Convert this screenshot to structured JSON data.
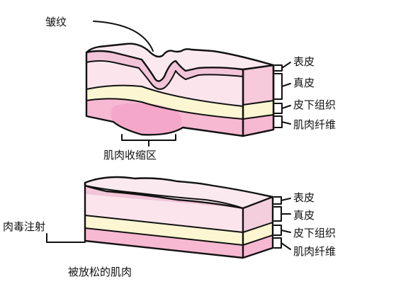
{
  "top_diagram": {
    "wrinkle_label": "皱纹",
    "muscle_contraction_label": "肌肉收缩区",
    "layers": [
      "表皮",
      "真皮",
      "皮下组织",
      "肌肉纤维"
    ]
  },
  "bottom_diagram": {
    "injection_label": "肉毒注射",
    "relaxed_muscle_label": "被放松的肌肉",
    "layers": [
      "表皮",
      "真皮",
      "皮下组织",
      "肌肉纤维"
    ]
  },
  "colors": {
    "epidermis": "#f2c4d7",
    "dermis": "#fbe4ec",
    "subcutaneous": "#fcf6d2",
    "muscle": "#f7b8d2",
    "side_face": "#f4cedd",
    "outline": "#111111"
  }
}
